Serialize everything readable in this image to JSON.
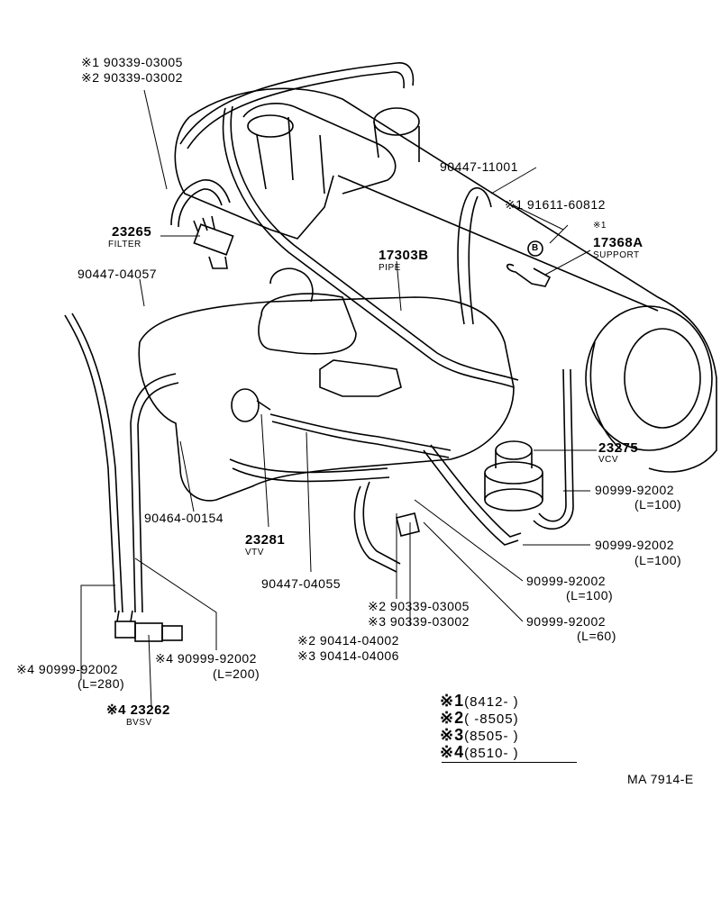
{
  "labels": {
    "p1_code": "※1 90339-03005",
    "p2_code": "※2 90339-03002",
    "filter_num": "23265",
    "filter_name": "FILTER",
    "hose_04057": "90447-04057",
    "pipe_num": "17303B",
    "pipe_name": "PIPE",
    "hose_11001": "90447-11001",
    "clip_60812": "※1 91611-60812",
    "support_mark": "※1",
    "support_num": "17368A",
    "support_name": "SUPPORT",
    "circle_b": "B",
    "vcv_num": "23275",
    "vcv_name": "VCV",
    "hose_vcv1": "90999-92002",
    "hose_vcv1_len": "(L=100)",
    "hose_vcv2": "90999-92002",
    "hose_vcv2_len": "(L=100)",
    "hose_c": "90999-92002",
    "hose_c_len": "(L=100)",
    "hose_d": "90999-92002",
    "hose_d_len": "(L=60)",
    "clip_00154": "90464-00154",
    "vtv_num": "23281",
    "vtv_name": "VTV",
    "hose_04055": "90447-04055",
    "p2_03005": "※2 90339-03005",
    "p3_03002": "※3 90339-03002",
    "p2_04002": "※2 90414-04002",
    "p3_04006": "※3 90414-04006",
    "hose_280": "※4 90999-92002",
    "hose_280_len": "(L=280)",
    "hose_200": "※4 90999-92002",
    "hose_200_len": "(L=200)",
    "bvsv_num": "※4 23262",
    "bvsv_name": "BVSV",
    "ref": "MA 7914-E"
  },
  "legend": [
    {
      "mark": "※1",
      "range": "(8412-        )"
    },
    {
      "mark": "※2",
      "range": "(        -8505)"
    },
    {
      "mark": "※3",
      "range": "(8505-        )"
    },
    {
      "mark": "※4",
      "range": "(8510-        )"
    }
  ]
}
